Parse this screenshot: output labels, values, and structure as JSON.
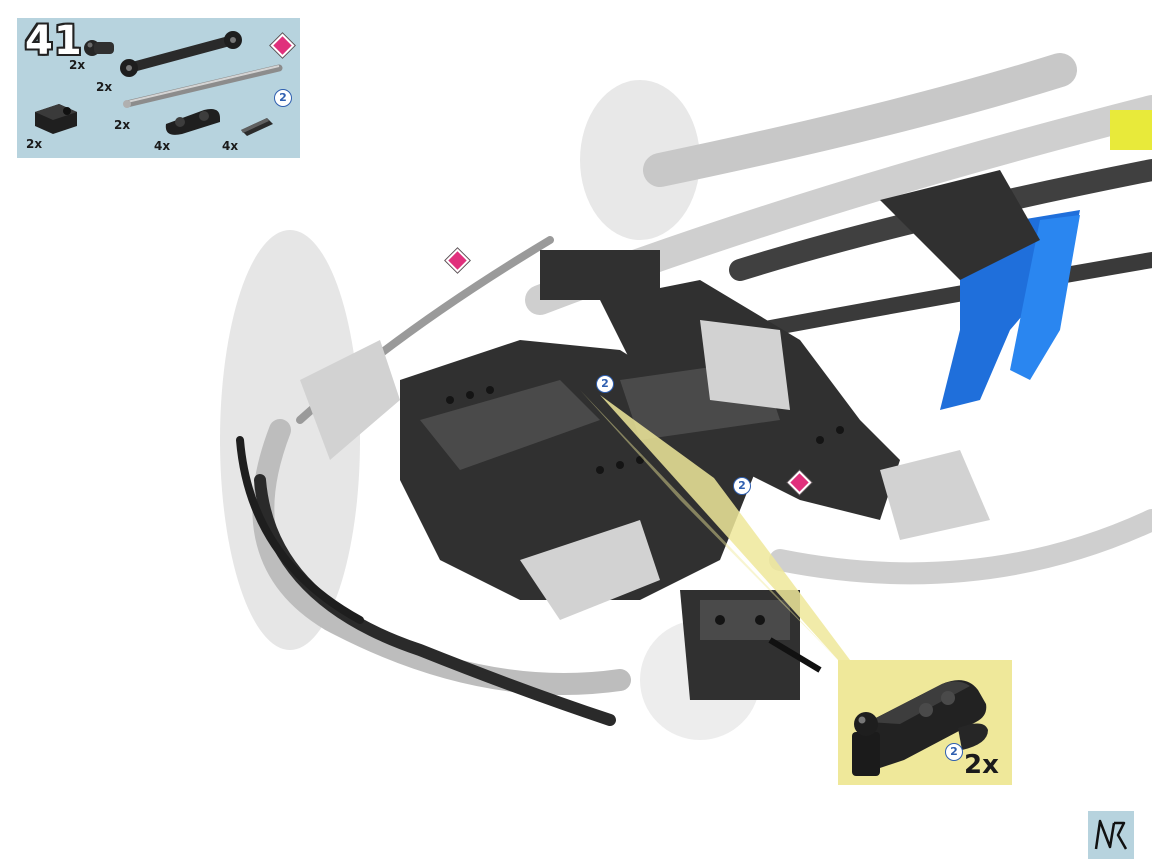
{
  "step": {
    "number": "41"
  },
  "parts_list": [
    {
      "id": "p1",
      "name": "black-ball-joint-icon",
      "qty": "2x"
    },
    {
      "id": "p2",
      "name": "black-link-rod-icon",
      "qty": "2x"
    },
    {
      "id": "p3",
      "name": "silver-axle-pin-icon",
      "qty": "2x"
    },
    {
      "id": "p4",
      "name": "black-connector-block-icon",
      "qty": "2x"
    },
    {
      "id": "p5",
      "name": "black-double-beam-icon",
      "qty": "4x"
    },
    {
      "id": "p6",
      "name": "black-axle-sleeve-icon",
      "qty": "4x"
    }
  ],
  "parts_markers": {
    "circled_2": "2"
  },
  "model_markers": {
    "circled_a": "2",
    "circled_b": "2"
  },
  "callout": {
    "qty": "2x",
    "circled": "2"
  },
  "colors": {
    "accent_pink": "#e0307c",
    "panel_blue": "#b7d3de",
    "callout_yellow": "#efe89a",
    "circle_blue": "#2f5fb0"
  },
  "logo": {
    "icon": "nk-logo-icon"
  }
}
